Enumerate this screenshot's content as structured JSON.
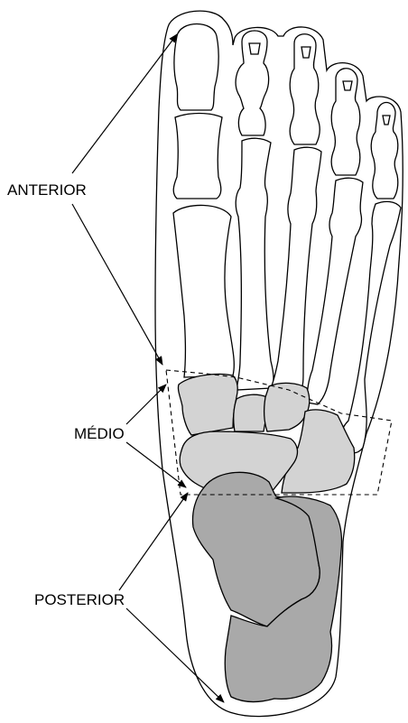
{
  "labels": {
    "anterior": "ANTERIOR",
    "medio": "MÉDIO",
    "posterior": "POSTERIOR"
  },
  "colors": {
    "midfoot_fill": "#d3d3d3",
    "hindfoot_fill": "#a9a9a9",
    "outline": "#000000",
    "background": "#ffffff"
  }
}
